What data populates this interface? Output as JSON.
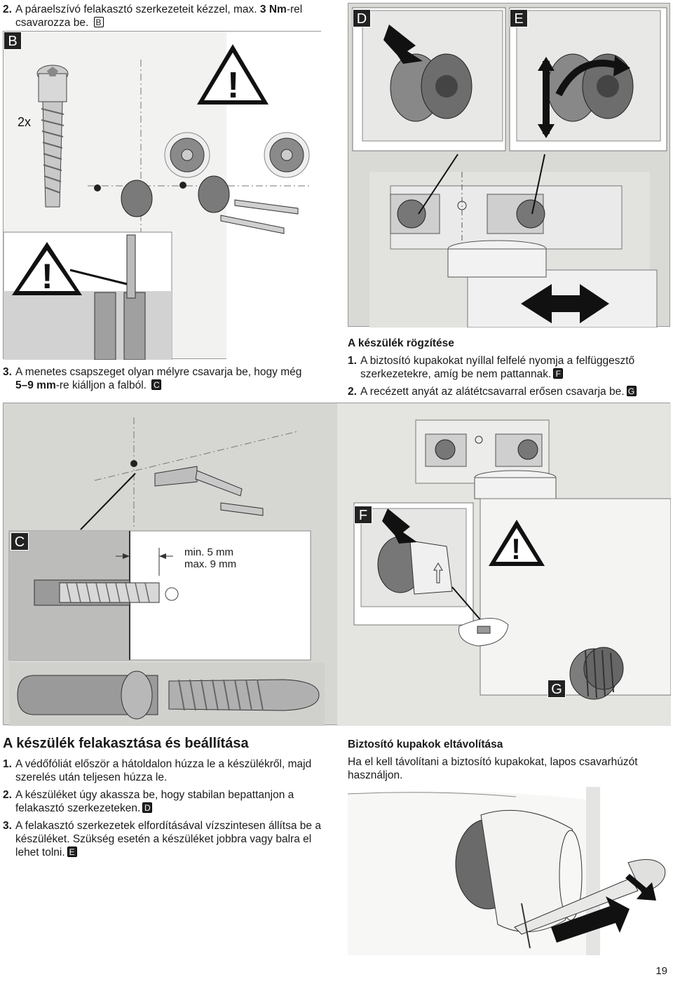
{
  "steps_top_left": [
    {
      "num": "2.",
      "before": "A páraelszívó felakasztó szerkezeteit kézzel, max. ",
      "bold": "3 Nm",
      "after": "-rel csavarozza be.",
      "ref": "B"
    },
    {
      "num": "3.",
      "before": "A menetes csapszeget olyan mélyre csavarja be, hogy még ",
      "bold": "5–9 mm",
      "after": "-re kiálljon a falból.",
      "ref": "C"
    }
  ],
  "panel_letters": [
    "B",
    "C",
    "D",
    "E",
    "F",
    "G"
  ],
  "illustration_b": {
    "quantity": "2x"
  },
  "illustration_c": {
    "min_label": "min. 5 mm",
    "max_label": "max. 9 mm"
  },
  "fix_section": {
    "title": "A készülék rögzítése",
    "steps": [
      {
        "num": "1.",
        "text": "A biztosító kupakokat nyíllal felfelé nyomja a felfüggesztő szerkezetekre, amíg be nem pattannak.",
        "ref": "F"
      },
      {
        "num": "2.",
        "text": "A recézett anyát az alátétcsavarral erősen csavarja be.",
        "ref": "G"
      }
    ]
  },
  "hang_section": {
    "title": "A készülék felakasztása és beállítása",
    "steps": [
      {
        "num": "1.",
        "text": "A védőfóliát először a hátoldalon húzza le a készülékről, majd szerelés után teljesen húzza le.",
        "ref": ""
      },
      {
        "num": "2.",
        "text": "A készüléket úgy akassza be, hogy stabilan bepattanjon a felakasztó szerkezeteken.",
        "ref": "D"
      },
      {
        "num": "3.",
        "text": "A felakasztó szerkezetek elfordításával vízszintesen állítsa be a készüléket. Szükség esetén a készüléket jobbra vagy balra el lehet tolni.",
        "ref": "E"
      }
    ]
  },
  "remove_section": {
    "title": "Biztosító kupakok eltávolítása",
    "text": "Ha el kell távolítani a biztosító kupakokat, lapos csavarhúzót használjon."
  },
  "page_number": "19",
  "warning_symbol": "!"
}
